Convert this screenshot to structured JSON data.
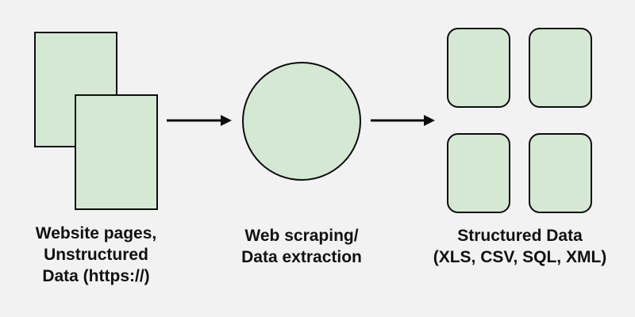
{
  "diagram": {
    "background_color": "#f2f2f2",
    "shape_fill_color": "#d5e8d4",
    "shape_stroke_color": "#0d0d0d",
    "stages": [
      {
        "id": "source",
        "shape": "stacked-pages",
        "label_lines": [
          "Website pages,",
          "Unstructured",
          "Data (https://)"
        ]
      },
      {
        "id": "process",
        "shape": "circle",
        "label_lines": [
          "Web scraping/",
          "Data extraction"
        ]
      },
      {
        "id": "output",
        "shape": "card-grid-2x2",
        "label_lines": [
          "Structured Data",
          "(XLS, CSV, SQL, XML)"
        ]
      }
    ],
    "arrows": [
      {
        "from": "source",
        "to": "process",
        "direction": "right"
      },
      {
        "from": "process",
        "to": "output",
        "direction": "right"
      }
    ]
  }
}
